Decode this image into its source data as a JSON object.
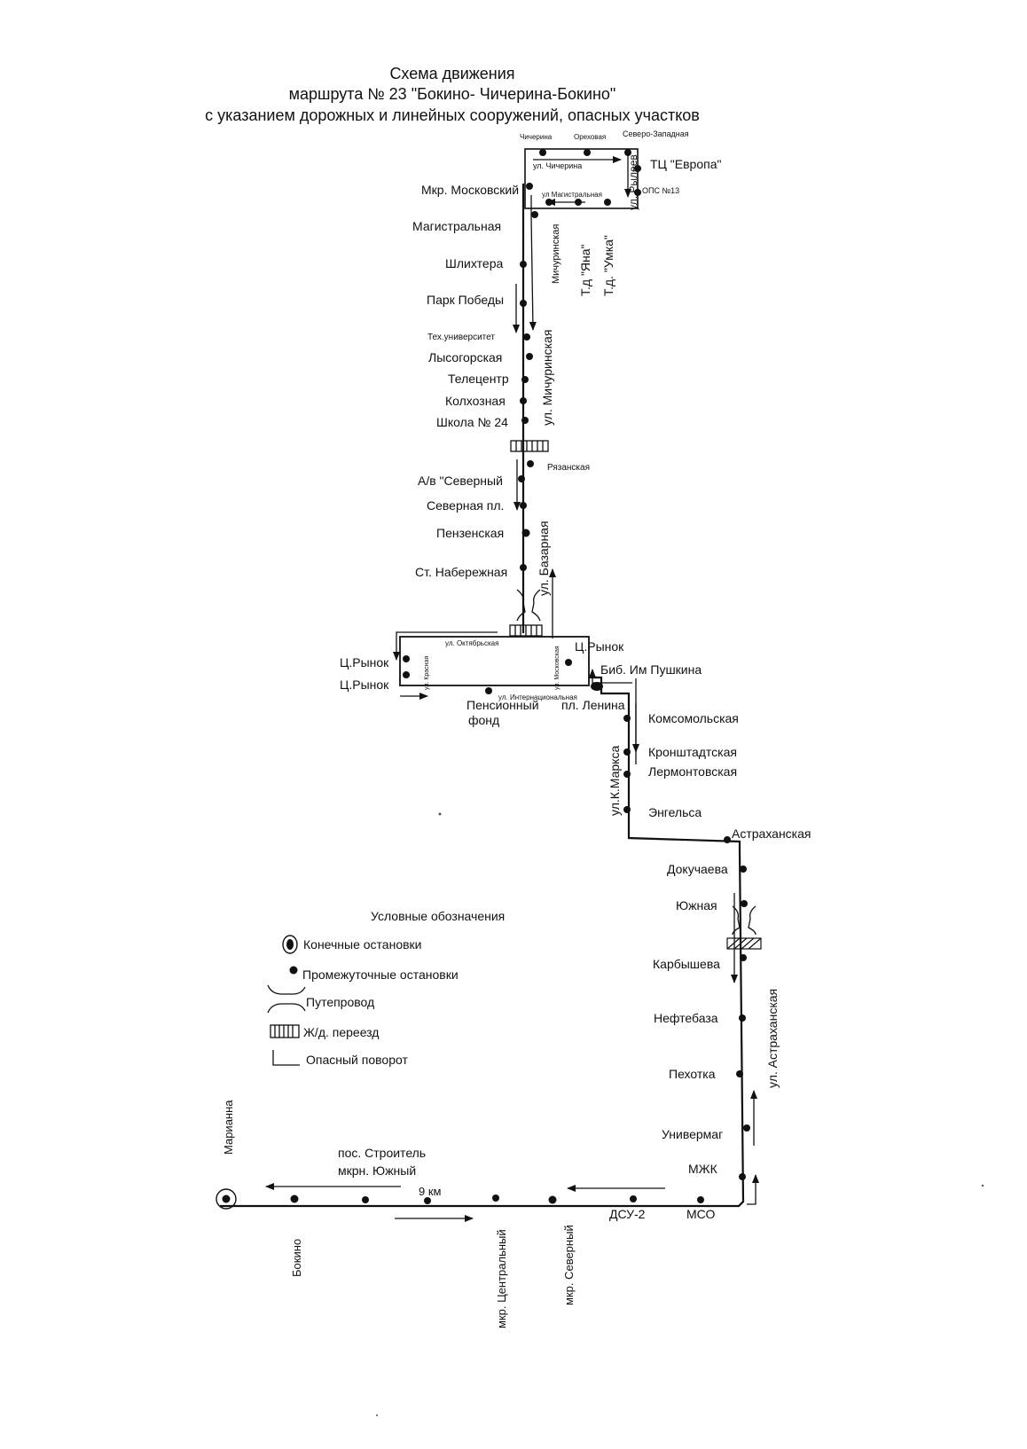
{
  "title": {
    "line1": "Схема  движения",
    "line2": "маршрута № 23  \"Бокино- Чичерина-Бокино\"",
    "line3": "с указанием дорожных и линейных сооружений, опасных участков"
  },
  "stops": {
    "chicherina": "Чичерина",
    "orekhovaya": "Ореховая",
    "severo_zapadnaya": "Северо-Западная",
    "tc_evropa": "ТЦ \"Европа\"",
    "ops13": "ОПС №13",
    "mkr_moskovsky": "Мкр. Московский",
    "magistralnaya": "Магистральная",
    "shlikhtera": "Шлихтера",
    "park_pobedy": "Парк Победы",
    "tekh_universitet": "Тех.университет",
    "lysogorskaya": "Лысогорская",
    "telecentr": "Телецентр",
    "kolkhoznaya": "Колхозная",
    "shkola24": "Школа № 24",
    "ryazanskaya": "Рязанская",
    "av_severny": "А/в \"Северный",
    "severnaya_pl": "Северная пл.",
    "penzenskaya": "Пензенская",
    "st_naberezhnaya": "Ст. Набережная",
    "c_rynok_right": "Ц.Рынок",
    "c_rynok_left1": "Ц.Рынок",
    "c_rynok_left2": "Ц.Рынок",
    "bib_pushkina": "Биб. Им Пушкина",
    "pensionny_fond_1": "Пенсионный",
    "pensionny_fond_2": "фонд",
    "pl_lenina": "пл. Ленина",
    "komsomolskaya": "Комсомольская",
    "kronshtadtskaya": "Кронштадтская",
    "lermontovskaya": "Лермонтовская",
    "engelsa": "Энгельса",
    "astrakhanskaya": "Астраханская",
    "dokuchaeva": "Докучаева",
    "yuzhnaya": "Южная",
    "karbysheva": "Карбышева",
    "neftebaza": "Нефтебаза",
    "pekhotka": "Пехотка",
    "univermag": "Универмаг",
    "mzhk": "МЖК",
    "mso": "МСО",
    "dsu2": "ДСУ-2",
    "mkr_severny": "мкр. Северный",
    "mkr_centralny": "мкр. Центральный",
    "pos_stroitel": "пос. Строитель",
    "mkrn_yuzhny": "мкрн. Южный",
    "bokino": "Бокино",
    "marianna": "Марианна",
    "km9": "9 км"
  },
  "streets": {
    "chicherina": "ул. Чичерина",
    "magistralnaya": "ул Магистральная",
    "ryleeva": "ул. Рылеев",
    "michurinskaya_top": "Мичуринская",
    "td_yana": "Т.д \"Яна\"",
    "td_umka": "Т.д. \"Умка\"",
    "michurinskaya": "ул. Мичуринская",
    "bazarnaya": "ул. Базарная",
    "oktyabrskaya": "ул. Октябрьская",
    "krasnaya": "ул. Красная",
    "moskovskaya": "ул. Московская",
    "internacionalnaya": "ул. Интернациональная",
    "k_marksa": "ул.К.Маркса",
    "astrakhanskaya": "ул. Астраханская"
  },
  "legend": {
    "title": "Условные обозначения",
    "terminal": "Конечные остановки",
    "intermediate": "Промежуточные остановки",
    "overpass": "Путепровод",
    "railway": "Ж/д. переезд",
    "danger_turn": "Опасный поворот"
  }
}
